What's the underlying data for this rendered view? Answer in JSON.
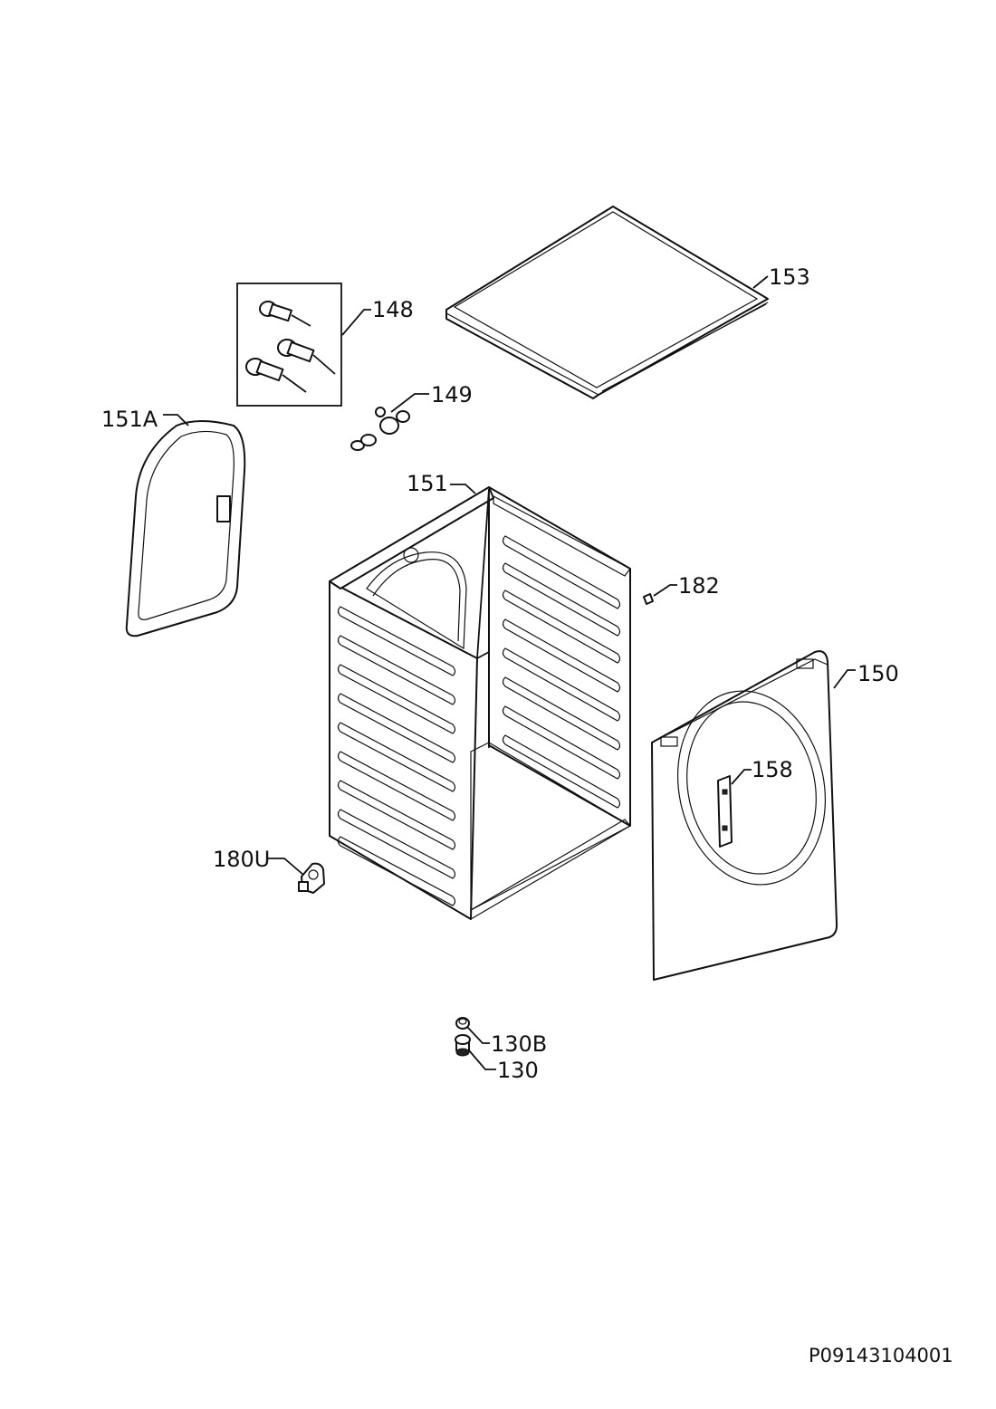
{
  "labels": {
    "p153": "153",
    "p148": "148",
    "p149": "149",
    "p151A": "151A",
    "p151": "151",
    "p182": "182",
    "p150": "150",
    "p158": "158",
    "p180U": "180U",
    "p130B": "130B",
    "p130": "130"
  },
  "document_code": "P09143104001"
}
